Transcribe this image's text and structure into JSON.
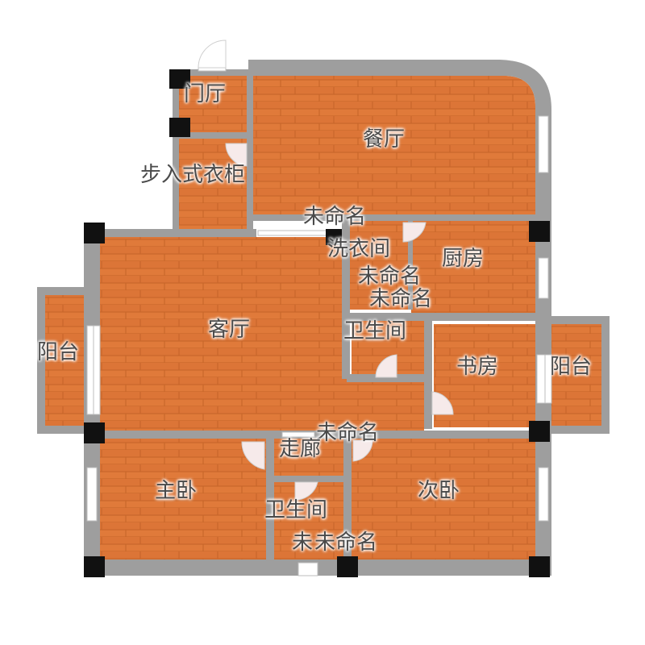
{
  "colors": {
    "floor": "#e07a3a",
    "floor_dark": "#c9662a",
    "wall": "#9e9e9e",
    "column": "#111111",
    "window": "#ffffff",
    "door": "#f3e8e8",
    "label": "#4a4a4a"
  },
  "rooms": {
    "foyer": "门厅",
    "dining": "餐厅",
    "walkin_closet": "步入式衣柜",
    "unnamed_top": "未命名",
    "laundry": "洗衣间",
    "kitchen": "厨房",
    "unnamed_mid1": "未命名",
    "unnamed_mid2": "未命名",
    "living": "客厅",
    "balcony_left": "阳台",
    "bathroom_top": "卫生间",
    "study": "书房",
    "balcony_right": "阳台",
    "unnamed_corridor": "未命名",
    "corridor": "走廊",
    "master_bedroom": "主卧",
    "second_bedroom": "次卧",
    "bathroom_bottom": "卫生间",
    "unnamed_bottom_a": "未",
    "unnamed_bottom_b": "未命名"
  }
}
